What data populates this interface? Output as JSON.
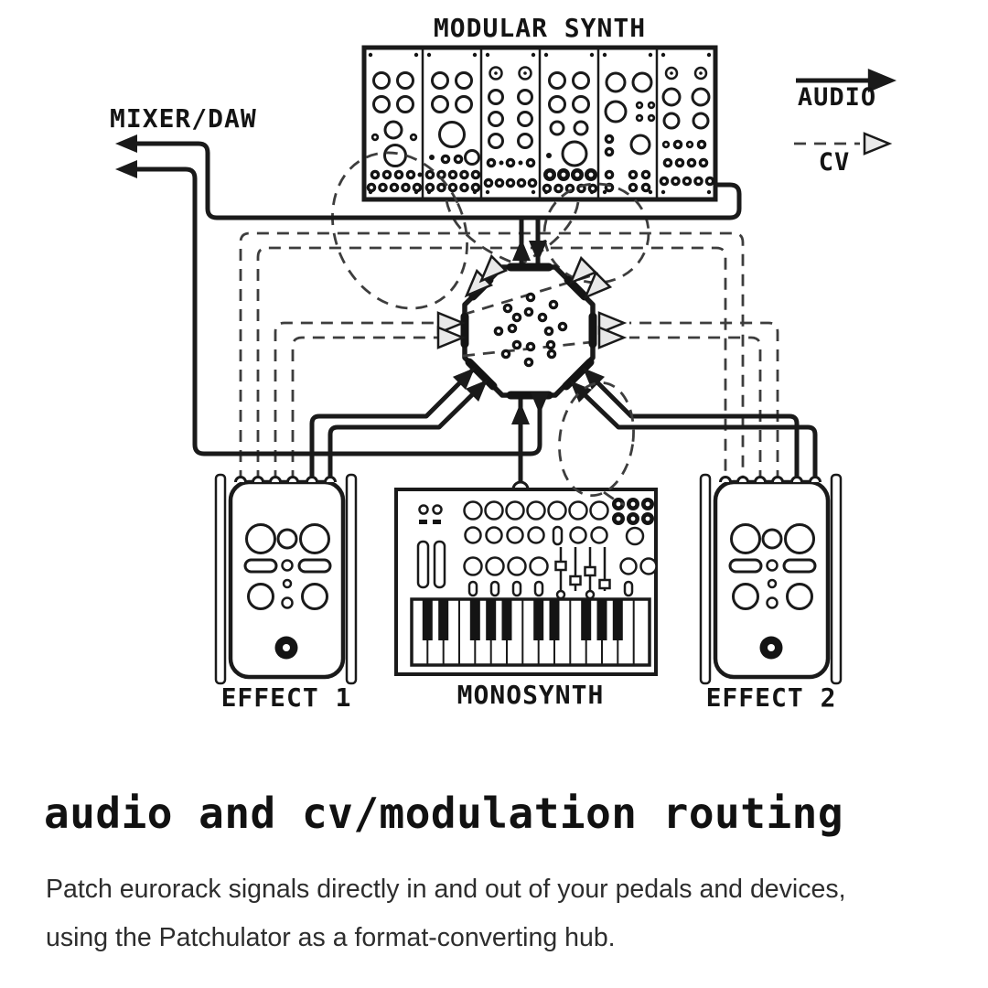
{
  "diagram": {
    "labels": {
      "modular_synth": "MODULAR SYNTH",
      "mixer_daw": "MIXER/DAW",
      "effect1": "EFFECT 1",
      "monosynth": "MONOSYNTH",
      "effect2": "EFFECT 2"
    },
    "legend": {
      "audio_label": "AUDIO",
      "cv_label": "CV",
      "audio_style": "solid",
      "cv_style": "dashed"
    },
    "colors": {
      "line": "#1a1a1a",
      "dashed_line": "#3d3d3d",
      "hollow_arrow_fill": "#e9e9e9",
      "background": "#ffffff"
    }
  },
  "content": {
    "heading": "audio and cv/modulation routing",
    "body_line1": "Patch eurorack signals directly in and out of your pedals and devices,",
    "body_line2": "using the Patchulator as a format-converting hub."
  }
}
